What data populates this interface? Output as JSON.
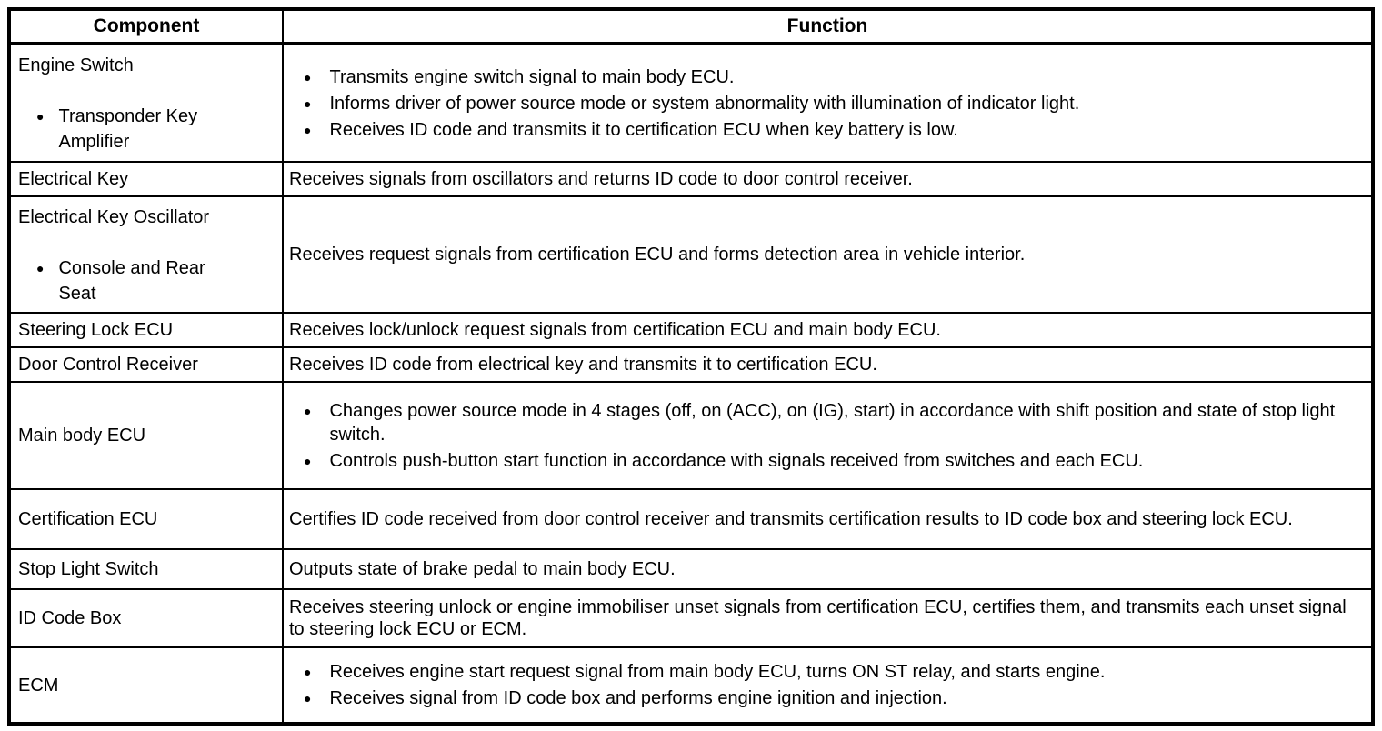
{
  "icons": {
    "bullet": "●"
  },
  "table": {
    "headers": [
      "Component",
      "Function"
    ],
    "rows": [
      {
        "component": {
          "title": "Engine Switch",
          "bullets": [
            "Transponder Key Amplifier"
          ]
        },
        "function": {
          "bullets": [
            "Transmits engine switch signal to main body ECU.",
            "Informs driver of power source mode or system abnormality with illumination of indicator light.",
            "Receives ID code and transmits it to certification ECU when key battery is low."
          ]
        }
      },
      {
        "component": {
          "title": "Electrical Key"
        },
        "function": {
          "text": "Receives signals from oscillators and returns ID code to door control receiver."
        }
      },
      {
        "component": {
          "title": "Electrical Key Oscillator",
          "bullets": [
            "Console and Rear Seat"
          ]
        },
        "function": {
          "text": "Receives request signals from certification ECU and forms detection area in vehicle interior."
        }
      },
      {
        "component": {
          "title": "Steering Lock ECU"
        },
        "function": {
          "text": "Receives lock/unlock request signals from certification ECU and main body ECU."
        }
      },
      {
        "component": {
          "title": "Door Control Receiver"
        },
        "function": {
          "text": "Receives ID code from electrical key and transmits it to certification ECU."
        }
      },
      {
        "component": {
          "title": "Main body ECU"
        },
        "function": {
          "bullets": [
            "Changes power source mode in 4 stages (off, on (ACC), on (IG), start) in accordance with shift position and state of stop light switch.",
            "Controls push-button start function in accordance with signals received from switches and each ECU."
          ]
        }
      },
      {
        "component": {
          "title": "Certification ECU"
        },
        "function": {
          "text": "Certifies ID code received from door control receiver and transmits certification results to ID code box and steering lock ECU."
        }
      },
      {
        "component": {
          "title": "Stop Light Switch"
        },
        "function": {
          "text": "Outputs state of brake pedal to main body ECU."
        }
      },
      {
        "component": {
          "title": "ID Code Box"
        },
        "function": {
          "text": "Receives steering unlock or engine immobiliser unset signals from certification ECU, certifies them, and transmits each unset signal to steering lock ECU or ECM."
        }
      },
      {
        "component": {
          "title": "ECM"
        },
        "function": {
          "bullets": [
            "Receives engine start request signal from main body ECU, turns ON ST relay, and starts engine.",
            "Receives signal from ID code box and performs engine ignition and injection."
          ]
        }
      }
    ]
  }
}
